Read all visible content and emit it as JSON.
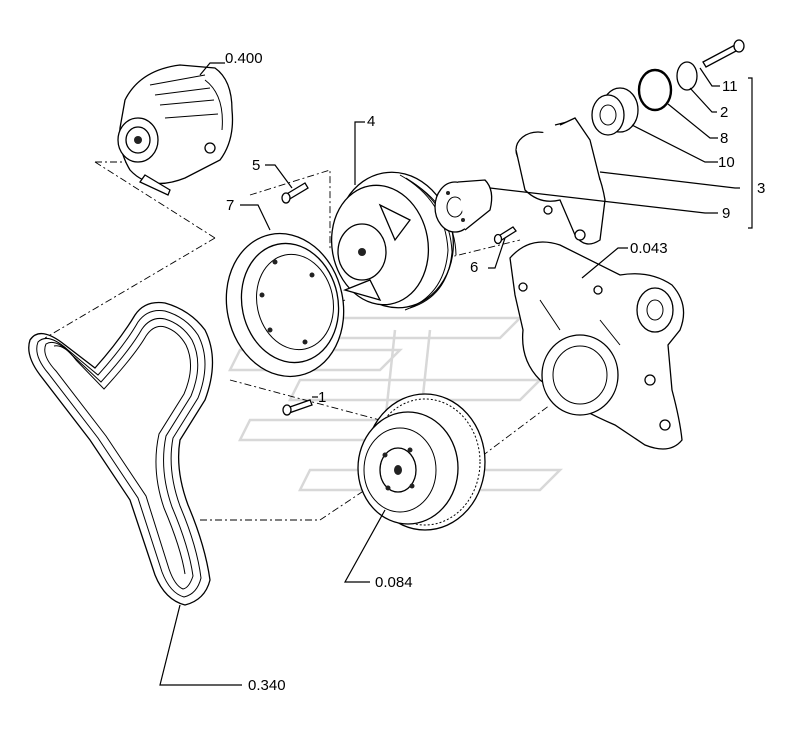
{
  "callouts": {
    "alternator": "0.400",
    "bolt_pulley_screw": "5",
    "pulley_7": "7",
    "pulley_4": "4",
    "bolt_long": "11",
    "washer": "2",
    "snap_ring": "8",
    "bearing": "10",
    "bracket": "3",
    "hub": "9",
    "screw_6": "6",
    "front_cover": "0.043",
    "screw_1": "1",
    "damper_pulley": "0.084",
    "belt": "0.340"
  }
}
